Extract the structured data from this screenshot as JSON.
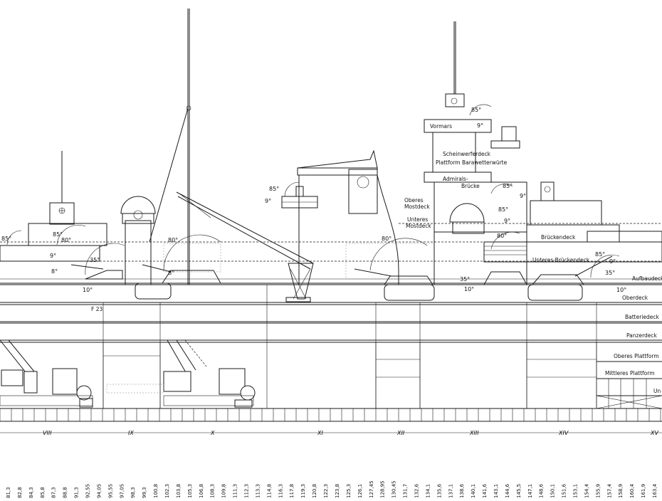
{
  "labels": {
    "vormars": "Vormars",
    "scheinwerferdeck": "Scheinwerferdeck",
    "plattform": "Plattform Barawetterwürte",
    "admirals": "Admirals-",
    "bruecke": "Brücke",
    "oberes_mastdeck_1": "Oberes",
    "oberes_mastdeck_2": "Mostdeck",
    "unteres_mastdeck_1": "Unteres",
    "unteres_mastdeck_2": "Mostdeck",
    "brueckendeck": "Brückendeck",
    "unteres_brueckendeck": "Unteres-Brückendeck",
    "aufbaudeck": "Aufbaudeck",
    "oberdeck": "Oberdeck",
    "batteriedeck": "Batteriedeck",
    "panzerdeck": "Panzerdeck",
    "oberes_plattform": "Oberes Plattform",
    "mittleres_plattform": "Mittleres Plattform",
    "un": "Un",
    "f23": "F 23"
  },
  "angles": [
    {
      "id": "a1",
      "text": "85°"
    },
    {
      "id": "a2",
      "text": "80°"
    },
    {
      "id": "a3",
      "text": "85°"
    },
    {
      "id": "a4",
      "text": "9°"
    },
    {
      "id": "a5",
      "text": "35°"
    },
    {
      "id": "a6",
      "text": "8°"
    },
    {
      "id": "a7",
      "text": "10°"
    },
    {
      "id": "a8",
      "text": "80°"
    },
    {
      "id": "a9",
      "text": "8°"
    },
    {
      "id": "a10",
      "text": "85°"
    },
    {
      "id": "a11",
      "text": "9°"
    },
    {
      "id": "a12",
      "text": "85°"
    },
    {
      "id": "a13",
      "text": "9°"
    },
    {
      "id": "a14",
      "text": "80°"
    },
    {
      "id": "a15",
      "text": "85°"
    },
    {
      "id": "a16",
      "text": "9°"
    },
    {
      "id": "a17",
      "text": "85°"
    },
    {
      "id": "a18",
      "text": "9°"
    },
    {
      "id": "a19",
      "text": "85°"
    },
    {
      "id": "a20",
      "text": "9°"
    },
    {
      "id": "a21",
      "text": "80°"
    },
    {
      "id": "a22",
      "text": "35°"
    },
    {
      "id": "a23",
      "text": "10°"
    },
    {
      "id": "a24",
      "text": "35°"
    },
    {
      "id": "a25",
      "text": "10°"
    }
  ],
  "compartments": [
    "VIII",
    "IX",
    "X",
    "XI",
    "XII",
    "XIII",
    "XIV",
    "XV"
  ],
  "frame_numbers": [
    "81,3",
    "82,8",
    "84,3",
    "85,8",
    "87,3",
    "88,8",
    "91,3",
    "92,55",
    "94,05",
    "95,55",
    "97,05",
    "98,3",
    "99,3",
    "100,8",
    "102,3",
    "103,8",
    "105,3",
    "106,8",
    "108,3",
    "109,8",
    "111,3",
    "112,3",
    "113,3",
    "114,8",
    "116,3",
    "117,8",
    "119,3",
    "120,8",
    "122,3",
    "123,8",
    "125,3",
    "126,1",
    "127,45",
    "128,95",
    "130,45",
    "131,7",
    "132,6",
    "134,1",
    "135,6",
    "137,1",
    "138,6",
    "140,1",
    "141,6",
    "143,1",
    "144,6",
    "145,5",
    "147,1",
    "148,6",
    "150,1",
    "151,6",
    "153,1",
    "154,4",
    "155,9",
    "157,4",
    "158,9",
    "160,4",
    "161,9",
    "163,4"
  ]
}
